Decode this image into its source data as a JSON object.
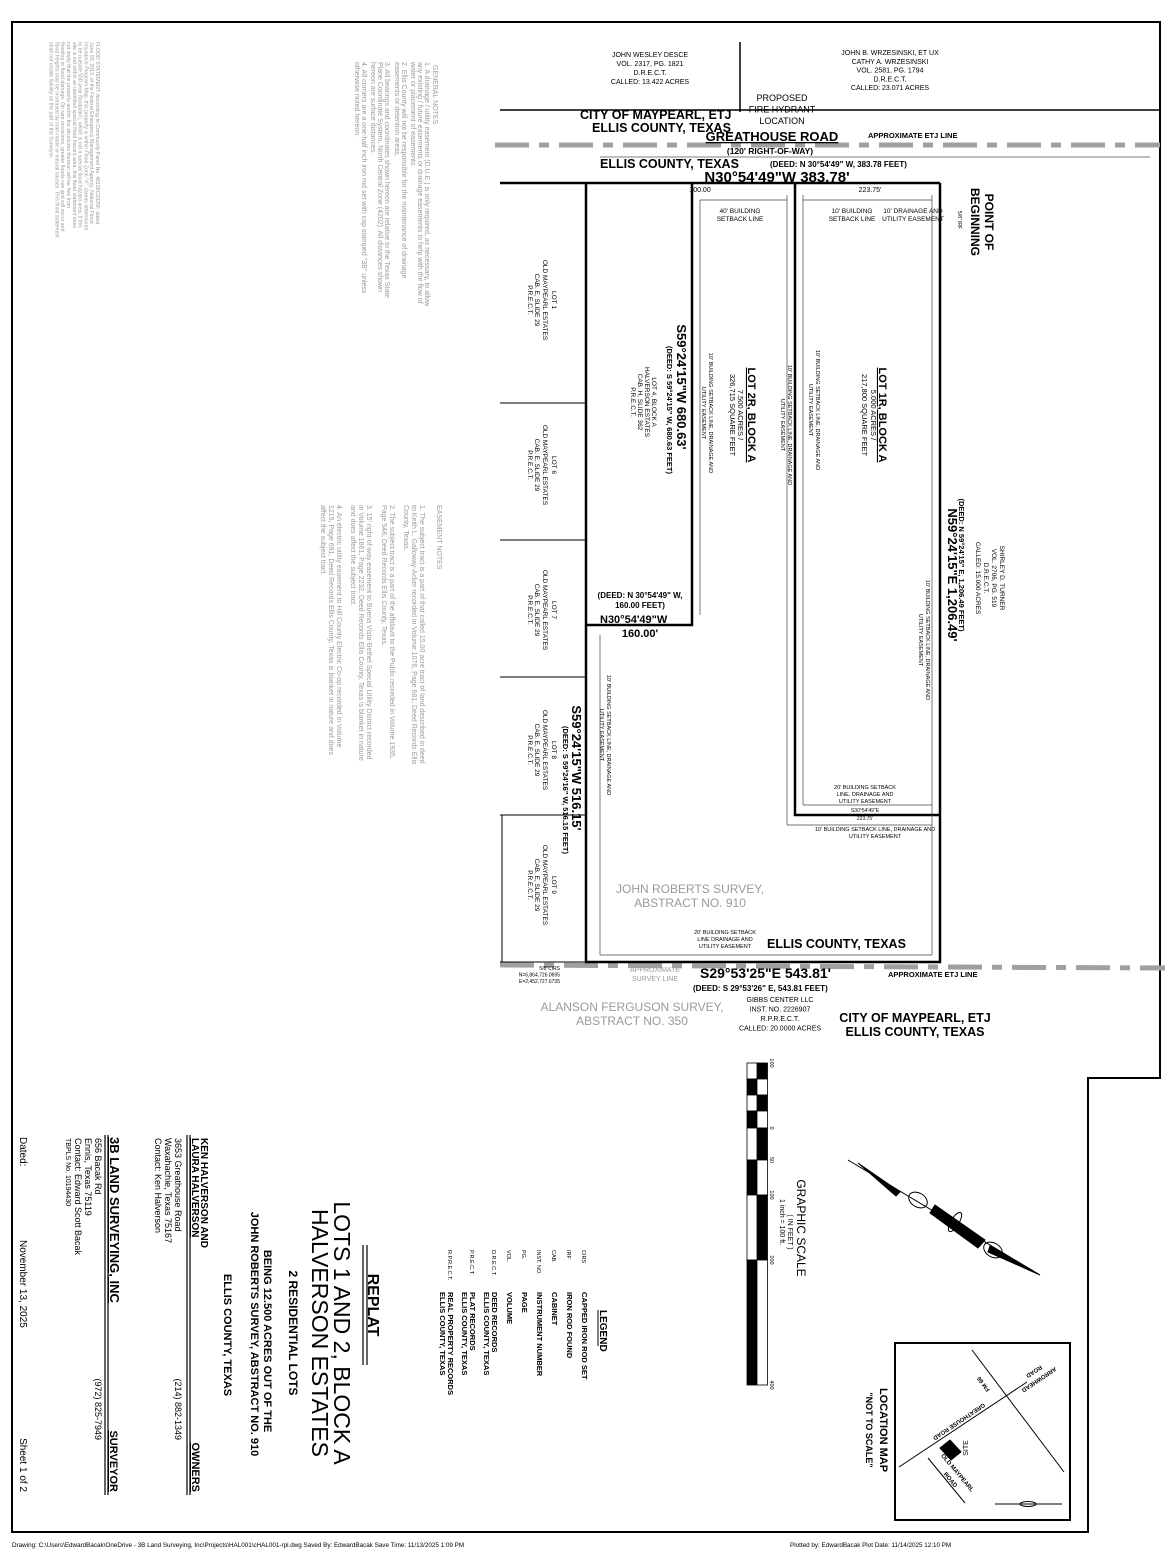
{
  "title_block": {
    "replat": "REPLAT",
    "title_line1": "LOTS 1 AND 2, BLOCK A",
    "title_line2": "HALVERSON ESTATES",
    "subtitle": "2 RESIDENTIAL LOTS",
    "being": "BEING 12.500 ACRES OUT OF THE",
    "survey": "JOHN ROBERTS SURVEY, ABSTRACT NO. 910",
    "county": "ELLIS COUNTY, TEXAS"
  },
  "owners": {
    "name1": "KEN HALVERSON AND",
    "name2": "LAURA HALVERSON",
    "label": "OWNERS",
    "address1": "3653 Greathouse Road",
    "address2": "Waxahachie, Texas 75167",
    "contact": "Contact: Ken Halverson",
    "phone": "(214) 882-1349"
  },
  "surveyor": {
    "company": "3B LAND SURVEYING, INC",
    "label": "SURVEYOR",
    "address1": "656 Bacak Rd",
    "address2": "Ennis, Texas 75119",
    "contact": "Contact: Edward Scott Bacak",
    "license": "TBPLS No. 10194430",
    "phone": "(972) 825-7949"
  },
  "dated_label": "Dated:",
  "dated_value": "November 13, 2025",
  "sheet": "Sheet 1 of 2",
  "legend": {
    "title": "LEGEND",
    "items": [
      {
        "abbr": "CIRS",
        "desc": [
          "CAPPED IRON ROD SET"
        ]
      },
      {
        "abbr": "IRF",
        "desc": [
          "IRON ROD FOUND"
        ]
      },
      {
        "abbr": "CAB.",
        "desc": [
          "CABINET"
        ]
      },
      {
        "abbr": "INST. NO.",
        "desc": [
          "INSTRUMENT NUMBER"
        ]
      },
      {
        "abbr": "PG.",
        "desc": [
          "PAGE"
        ]
      },
      {
        "abbr": "VOL.",
        "desc": [
          "VOLUME"
        ]
      },
      {
        "abbr": "D.R.E.C.T.",
        "desc": [
          "DEED RECORDS",
          "ELLIS COUNTY, TEXAS"
        ]
      },
      {
        "abbr": "P.R.E.C.T.",
        "desc": [
          "PLAT RECORDS",
          "ELLIS COUNTY, TEXAS"
        ]
      },
      {
        "abbr": "R.P.R.E.C.T.",
        "desc": [
          "REAL PROPERTY RECORDS",
          "ELLIS COUNTY, TEXAS"
        ]
      }
    ]
  },
  "graphic_scale": {
    "title": "GRAPHIC SCALE",
    "units": "( IN FEET )",
    "ratio": "1 inch = 100 ft.",
    "ticks": [
      "100",
      "0",
      "50",
      "100",
      "200",
      "400"
    ]
  },
  "location_map": {
    "title": "LOCATION MAP",
    "subtitle": "\"NOT TO SCALE\"",
    "fm_road": "FM 66",
    "arrowhead_road": [
      "ARROWHEAD",
      "ROAD"
    ],
    "greathouse_road": "GREATHOUSE ROAD",
    "old_maypearl_road": [
      "OLD MAYPEARL",
      "ROAD"
    ],
    "site": "SITE"
  },
  "general_notes": {
    "title": "GENERAL NOTES",
    "lines": [
      "1. A drainage / utility easement (D.U.E.) is only required, as necessary, to allow",
      "any existing / future easements or drainage easements to help with the flow of",
      "water or placement of easements.",
      "2. Ellis County will not be responsible for the maintenance of drainage",
      "easements or detention areas.",
      "3. All bearings and coordinates shown hereon are relative to the Texas State",
      "Plane Coordinate System, North Central Zone (4202). All distances shown",
      "hereon are surface distances.",
      "4. All corners are a one-half inch iron rod set with cap stamped \"3B\" unless",
      "otherwise noted hereon."
    ]
  },
  "easement_notes": {
    "title": "EASEMENT NOTES",
    "lines": [
      "1. The subject tract is a part of that called 15.00 acre tract of land described in deed",
      "to Keith L. Galloway-Acker recorded in Volume 1076, Page 681, Deed Records Ellis",
      "County, Texas.",
      "2. The subject tract is a part of the affidavit to the Public recorded in Volume 1935,",
      "Page 548, Deed Records Ellis County, Texas.",
      "3. 15' right-of-way easement to Buena Vista-Bethel Special Utility District recorded",
      "in Volume 1861, Page 2232, Deed Records Ellis County, Texas is blanket in nature",
      "and does affect the subject tract.",
      "4. An electric utility easement to Hill County Electric Co-op recorded in Volume",
      "1215, Page 691, Deed Records Ellis County, Texas is blanket in nature and does",
      "affect the subject tract."
    ]
  },
  "flood_statement": {
    "lines": [
      "FLOOD STATEMENT: According to Community Panel No. 48139C0325F, dated",
      "June 03, 2013, of the Federal Emergency Management Agency, National Flood",
      "Insurance Program Map, this property is within Flood Zone \"X\", (areas determined",
      "to be outside 500-year floodplain), which is not a special flood hazard area. If this",
      "site is not within an identified special flood hazard area, this flood statement does",
      "not imply that the property and/or the structures thereon will be free from",
      "flooding or flood damage. On rare occasions, greater floods can and will occur and",
      "flood heights may be increased by man-made or natural causes. This flood statement",
      "shall not create liability on the part of the Surveyor."
    ]
  },
  "plat": {
    "desce": [
      "JOHN WESLEY DESCE",
      "VOL. 2317, PG. 1821",
      "D.R.E.C.T.",
      "CALLED: 13.422 ACRES"
    ],
    "wrzesinski": [
      "JOHN B. WRZESINSKI, ET UX",
      "CATHY A. WRZESINSKI",
      "VOL. 2581, PG. 1794",
      "D.R.E.C.T.",
      "CALLED: 23.071 ACRES"
    ],
    "hydrant": [
      "PROPOSED",
      "FIRE HYDRANT",
      "LOCATION"
    ],
    "etj_north": [
      "CITY OF MAYPEARL, ETJ",
      "ELLIS COUNTY, TEXAS"
    ],
    "road_name": "GREATHOUSE ROAD",
    "road_row": "(120' RIGHT-OF-WAY)",
    "etj_line_north": "APPROXIMATE ETJ LINE",
    "county_north": "ELLIS COUNTY, TEXAS",
    "deed_north": "(DEED: N 30°54'49\" W, 383.78 FEET)",
    "bearing_north": "N30°54'49\"W   383.78'",
    "dist_lot2": "100.00",
    "dist_lot1": "223.75'",
    "setback_40": [
      "40' BUILDING",
      "SETBACK LINE"
    ],
    "setback_10_top": [
      "10' BUILDING",
      "SETBACK LINE"
    ],
    "due_top": [
      "10' DRAINAGE AND",
      "UTILITY EASEMENT"
    ],
    "pob": [
      "POINT OF",
      "BEGINNING"
    ],
    "pob_monument": "5/8\" IRF",
    "lot1r": {
      "name": "LOT 1R, BLOCK A",
      "acres": "5.000 ACRES /",
      "sqft": "217,800 SQUARE FEET"
    },
    "lot2r": {
      "name": "LOT 2R, BLOCK A",
      "acres": "7.500 ACRES /",
      "sqft": "326,715 SQUARE FEET"
    },
    "setback_side": [
      "10' BUILDING SETBACK LINE, DRAINAGE AND",
      "UTILITY EASEMENT"
    ],
    "bearing_west": "S59°24'15\"W   680.63'",
    "deed_west": "(DEED: S 59°24'15\" W, 680.63 FEET)",
    "lot4": [
      "LOT 4, BLOCK A",
      "HALVERSON ESTATES",
      "CAB. H, SLIDE 362",
      "P.R.E.C.T."
    ],
    "bearing_east": "N59°24'15\"E   1,206.49'",
    "deed_east": "(DEED: N 59°24'15\" E, 1,206.49 FEET)",
    "turner": [
      "SHIRLEY D. TURNER",
      "VOL. 2706, PG. 519",
      "D.R.E.C.T.",
      "CALLED: 15.000 ACRES"
    ],
    "deed_mid": [
      "(DEED: N 30°54'49\" W,",
      "160.00 FEET)"
    ],
    "bearing_mid": "N30°54'49\"W",
    "dist_mid": "160.00'",
    "setback_20_lot1": [
      "20' BUILDING SETBACK",
      "LINE, DRAINAGE AND",
      "UTILITY EASEMENT"
    ],
    "bearing_lot1_south": [
      "S30°54'49\"E",
      "223.75'"
    ],
    "bearing_sw": "S59°24'15\"W   516.15'",
    "deed_sw": "(DEED: S 59°24'16\" W, 516.15 FEET)",
    "old_lots": [
      [
        "LOT 1",
        "OLD MAYPEARL ESTATES",
        "CAB. E, SLIDE 29",
        "P.R.E.C.T."
      ],
      [
        "LOT 6",
        "OLD MAYPEARL ESTATES",
        "CAB. E, SLIDE 29",
        "P.R.E.C.T."
      ],
      [
        "LOT 7",
        "OLD MAYPEARL ESTATES",
        "CAB. E, SLIDE 29",
        "P.R.E.C.T."
      ],
      [
        "LOT 8",
        "OLD MAYPEARL ESTATES",
        "CAB. E, SLIDE 29",
        "P.R.E.C.T."
      ],
      [
        "LOT 9",
        "OLD MAYPEARL ESTATES",
        "CAB. E, SLIDE 29",
        "P.R.E.C.T."
      ]
    ],
    "john_roberts": [
      "JOHN ROBERTS SURVEY,",
      "ABSTRACT NO. 910"
    ],
    "setback_20_south": [
      "20' BUILDING SETBACK",
      "LINE DRAINAGE AND",
      "UTILITY EASEMENT"
    ],
    "county_south": "ELLIS COUNTY, TEXAS",
    "bearing_south": "S29°53'25\"E   543.81'",
    "deed_south": "(DEED: S 29°53'26\" E, 543.81 FEET)",
    "etj_line_south": "APPROXIMATE ETJ LINE",
    "survey_line": [
      "APPROXIMATE",
      "SURVEY LINE"
    ],
    "sw_corner": [
      "5/8\"CIRS",
      "N=6,864,726.0695",
      "E=2,452,727.6735"
    ],
    "alanson": [
      "ALANSON FERGUSON SURVEY,",
      "ABSTRACT NO. 350"
    ],
    "gibbs": [
      "GIBBS CENTER LLC",
      "INST. NO. 2226907",
      "R.P.R.E.C.T.",
      "CALLED: 20.0000 ACRES"
    ],
    "etj_south": [
      "CITY OF MAYPEARL, ETJ",
      "ELLIS COUNTY, TEXAS"
    ]
  },
  "footer": {
    "drawing": "Drawing: C:\\Users\\EdwardBacak\\OneDrive - 3B Land Surveying, Inc\\Projects\\HAL001\\cHAL001-rpl.dwg Saved By: EdwardBacak Save Time: 11/13/2025 1:09 PM",
    "plotted": "Plotted by: EdwardBacak Plot Date: 11/14/2025 12:10 PM"
  },
  "colors": {
    "ink": "#000000",
    "faded_text": "#9a9a9a",
    "etj_line": "#a0a0a0"
  }
}
